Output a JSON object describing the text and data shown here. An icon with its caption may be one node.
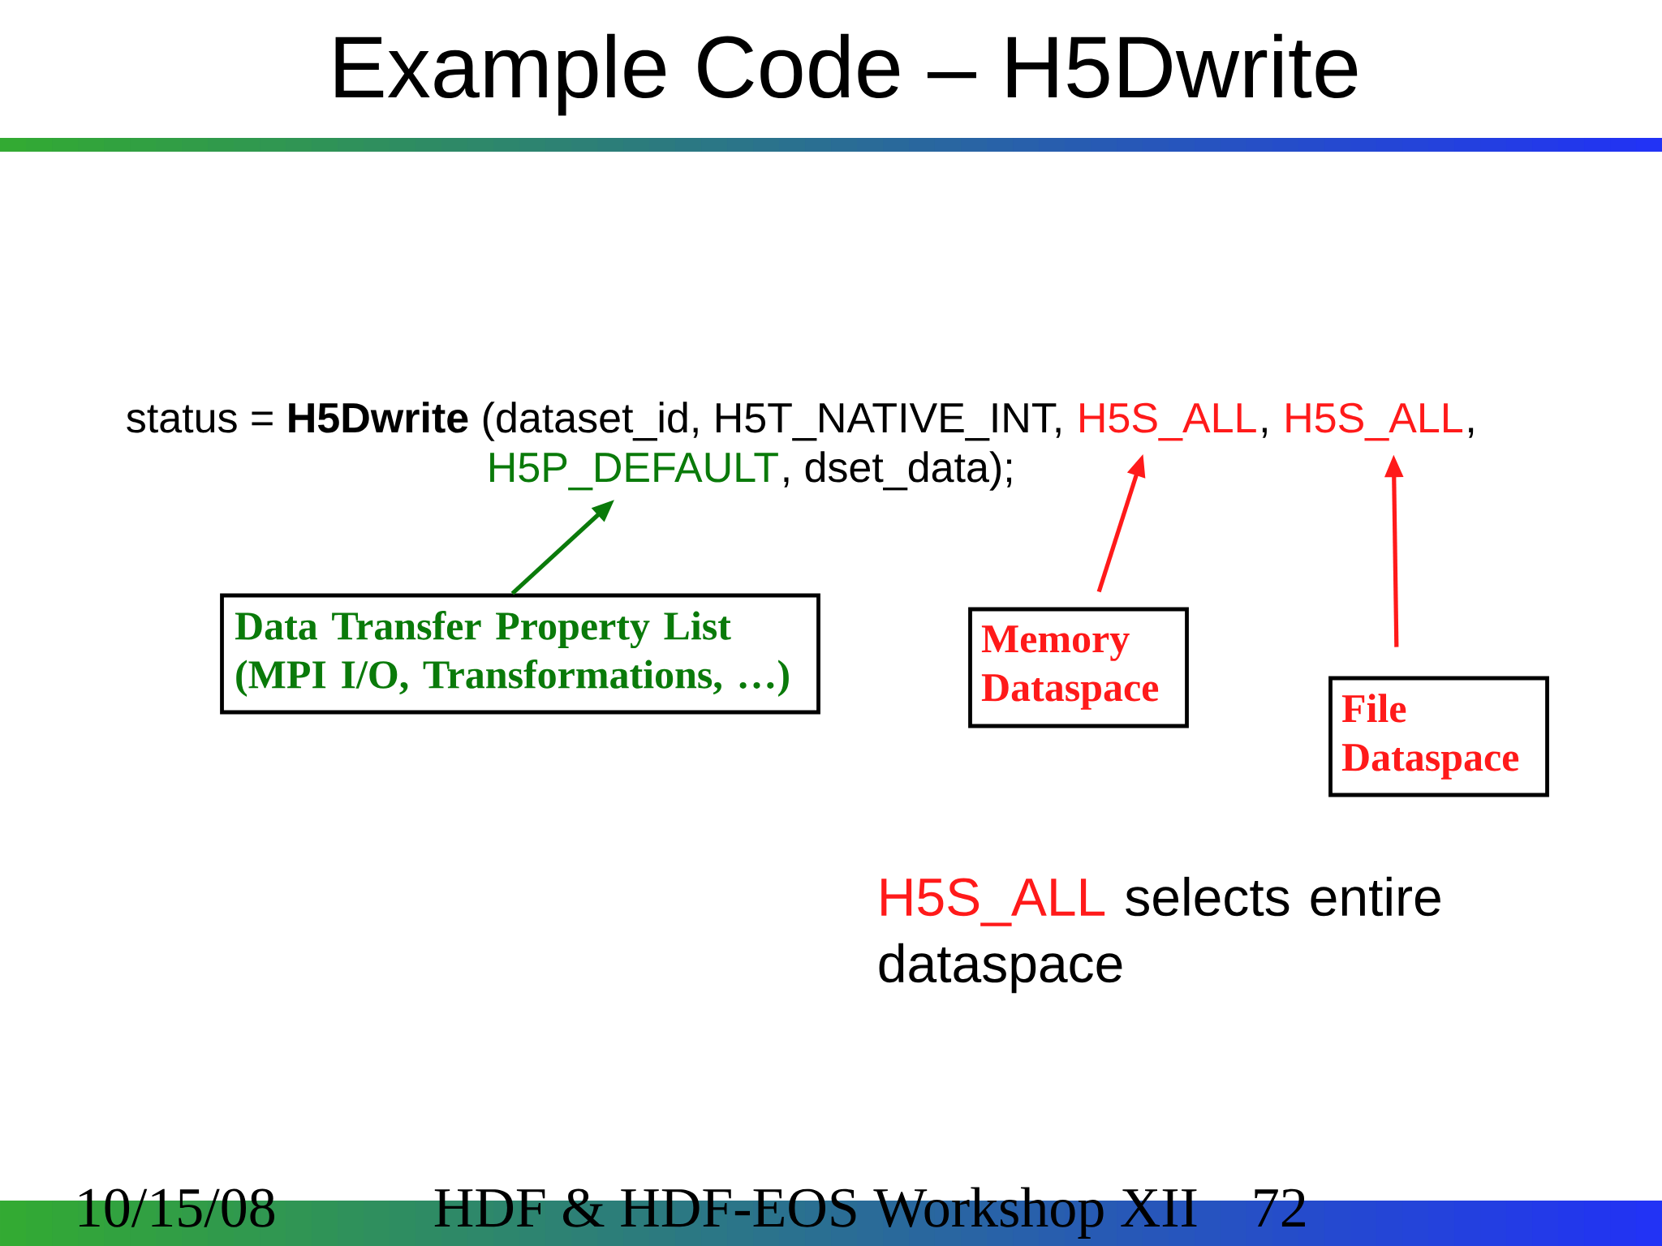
{
  "diagram": {
    "title": "Example Code – H5Dwrite",
    "nodes": [
      {
        "text": [
          "H5S_ALL"
        ]
      },
      {
        "text": [
          "H5S_ALL"
        ]
      },
      {
        "text": [
          "H5P_DEFAULT"
        ]
      },
      {
        "text": [
          "Data Transfer Property List (MPI I/O, Transformations, …)"
        ]
      },
      {
        "text": [
          "Memory Dataspace"
        ]
      },
      {
        "text": [
          "File Dataspace"
        ]
      }
    ],
    "edges": [
      {
        "from": 3,
        "to": 2,
        "arrow": "to",
        "color": "#0a7a0a"
      },
      {
        "from": 4,
        "to": 0,
        "arrow": "to",
        "color": "#ff1a1a"
      },
      {
        "from": 5,
        "to": 1,
        "arrow": "to",
        "color": "#ff1a1a"
      }
    ],
    "labels": [
      "status = **H5Dwrite** (dataset_id, H5T_NATIVE_INT,",
      ",",
      ",",
      ", dset_data);",
      "H5S_ALL",
      "selects entire dataspace",
      "10/15/08",
      "HDF & HDF-EOS  Workshop XII",
      "72"
    ]
  }
}
